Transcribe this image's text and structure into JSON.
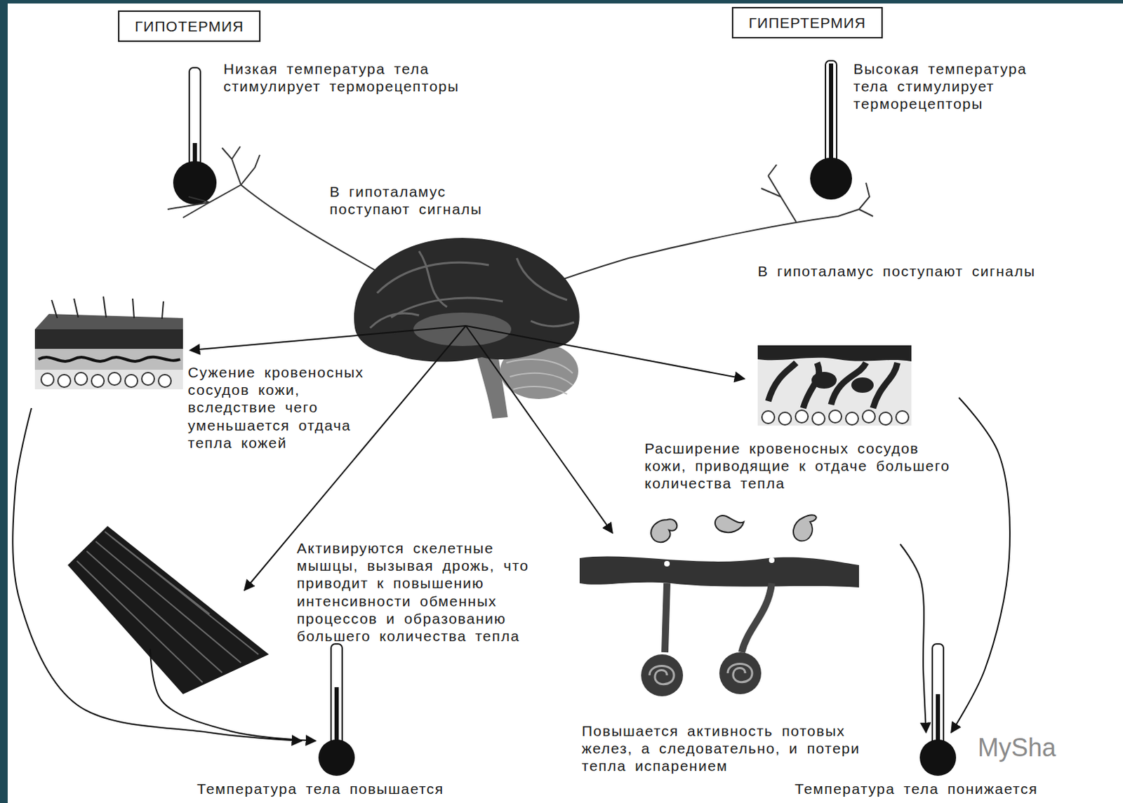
{
  "diagram": {
    "nodes": [
      {
        "text": [
          "ГИПОТЕРМИЯ"
        ]
      },
      {
        "text": [
          "ГИПЕРТЕРМИЯ"
        ]
      },
      {
        "text": [
          "Сужение кровеносных сосудов кожи, вследствие чего уменьшается отдача тепла кожей"
        ]
      },
      {
        "text": [
          "Расширение кровеносных сосудов кожи, приводящие к отдаче большего количества тепла"
        ]
      },
      {
        "text": [
          "Активируются скелетные мышцы, вызывая дрожь, что приводит к повышению интенсивности обменных процессов и образованию большего количества тепла"
        ]
      },
      {
        "text": [
          "Повышается активность потовых желез, а следовательно, и потери тепла испарением"
        ]
      },
      {
        "text": [
          "Температура тела повышается"
        ]
      },
      {
        "text": [
          "Температура тела понижается"
        ]
      }
    ],
    "edges": [
      {
        "from": 2,
        "to": 6,
        "arrow": "to"
      },
      {
        "from": 4,
        "to": 6,
        "arrow": "to"
      },
      {
        "from": 3,
        "to": 7,
        "arrow": "to"
      },
      {
        "from": 5,
        "to": 7,
        "arrow": "to"
      }
    ],
    "labels": [
      "Низкая температура тела стимулирует терморецепторы",
      "В гипоталамус поступают сигналы",
      "Высокая температура тела стимулирует терморецепторы",
      "В гипоталамус поступают сигналы",
      "MySha"
    ]
  }
}
